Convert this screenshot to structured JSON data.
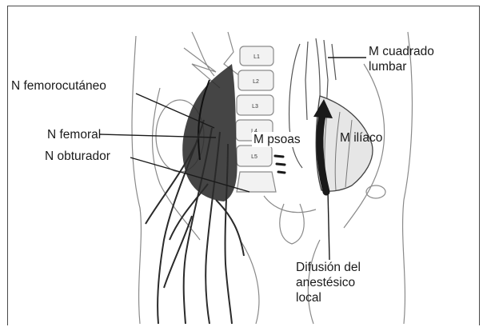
{
  "labels": {
    "femorocutaneo": "N femorocutáneo",
    "femoral": "N femoral",
    "obturador": "N obturador",
    "psoas": "M psoas",
    "iliaco": "M ilíaco",
    "cuadrado_line1": "M cuadrado",
    "cuadrado_line2": "lumbar",
    "difusion_line1": "Difusión del",
    "difusion_line2": "anestésico",
    "difusion_line3": "local"
  },
  "vertebrae": [
    "L1",
    "L2",
    "L3",
    "L4",
    "L5"
  ],
  "colors": {
    "line": "#1a1a1a",
    "muscle_dark": "#2b2b2b",
    "sketch": "#8a8a8a",
    "background": "#ffffff"
  }
}
